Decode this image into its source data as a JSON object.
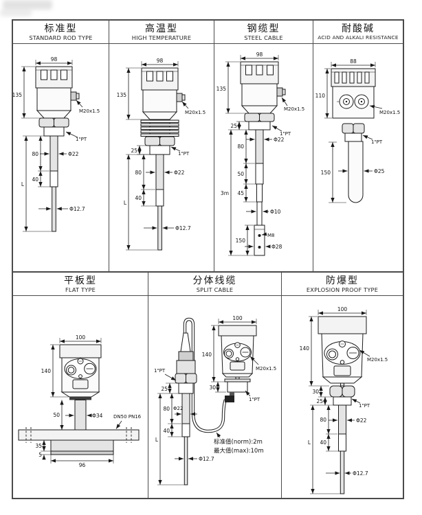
{
  "panels": [
    {
      "title_cn": "标准型",
      "title_en": "STANDARD ROD TYPE",
      "dims": {
        "width": "98",
        "height": "135",
        "gland": "M20x1.5",
        "thread": "1\"PT",
        "seg80": "80",
        "seg40": "40",
        "length": "L",
        "rod_dia": "Φ22",
        "tip_dia": "Φ12.7"
      }
    },
    {
      "title_cn": "高温型",
      "title_en": "HIGH TEMPERATURE",
      "dims": {
        "width": "98",
        "height": "135",
        "gland": "M20x1.5",
        "thread": "1\"PT",
        "neck": "25",
        "seg80": "80",
        "seg40": "40",
        "length": "L",
        "rod_dia": "Φ22",
        "tip_dia": "Φ12.7"
      }
    },
    {
      "title_cn": "钢缆型",
      "title_en": "STEEL CABLE",
      "dims": {
        "width": "98",
        "height": "135",
        "gland": "M20x1.5",
        "thread": "1\"PT",
        "neck": "25",
        "seg80": "80",
        "seg50": "50",
        "seg45": "45",
        "total": "3m",
        "rod_dia": "Φ22",
        "cable_dia": "Φ10",
        "weight_len": "150",
        "weight_thread": "M8",
        "weight_dia": "Φ28"
      }
    },
    {
      "title_cn": "耐酸碱",
      "title_en": "ACID AND ALKALI RESISTANCE",
      "dims": {
        "width": "88",
        "height": "110",
        "gland": "M20x1.5",
        "thread": "1\"PT",
        "probe_len": "150",
        "probe_dia": "Φ25"
      }
    },
    {
      "title_cn": "平板型",
      "title_en": "FLAT TYPE",
      "dims": {
        "width": "100",
        "height": "140",
        "pipe_len": "50",
        "pipe_dia": "Φ34",
        "flange": "DN50 PN16",
        "block_h": "35",
        "plate_h": "5",
        "block_w": "96"
      }
    },
    {
      "title_cn": "分体线缆",
      "title_en": "SPLIT CABLE",
      "dims": {
        "width": "100",
        "height": "140",
        "gland": "M20x1.5",
        "head_thread": "1\"PT",
        "probe_thread": "1\"PT",
        "hex": "30",
        "neck": "25",
        "seg80": "80",
        "seg40": "40",
        "length": "L",
        "rod_dia": "Φ22",
        "tip_dia": "Φ12.7",
        "note1": "标准值(norm):2m",
        "note2": "最大值(max):10m"
      }
    },
    {
      "title_cn": "防爆型",
      "title_en": "EXPLOSION PROOF TYPE",
      "dims": {
        "width": "100",
        "height": "140",
        "gland": "M20x1.5",
        "thread": "1\"PT",
        "hex": "30",
        "neck": "25",
        "seg80": "80",
        "seg40": "40",
        "length": "L",
        "rod_dia": "Φ22",
        "tip_dia": "Φ12.7"
      }
    }
  ]
}
